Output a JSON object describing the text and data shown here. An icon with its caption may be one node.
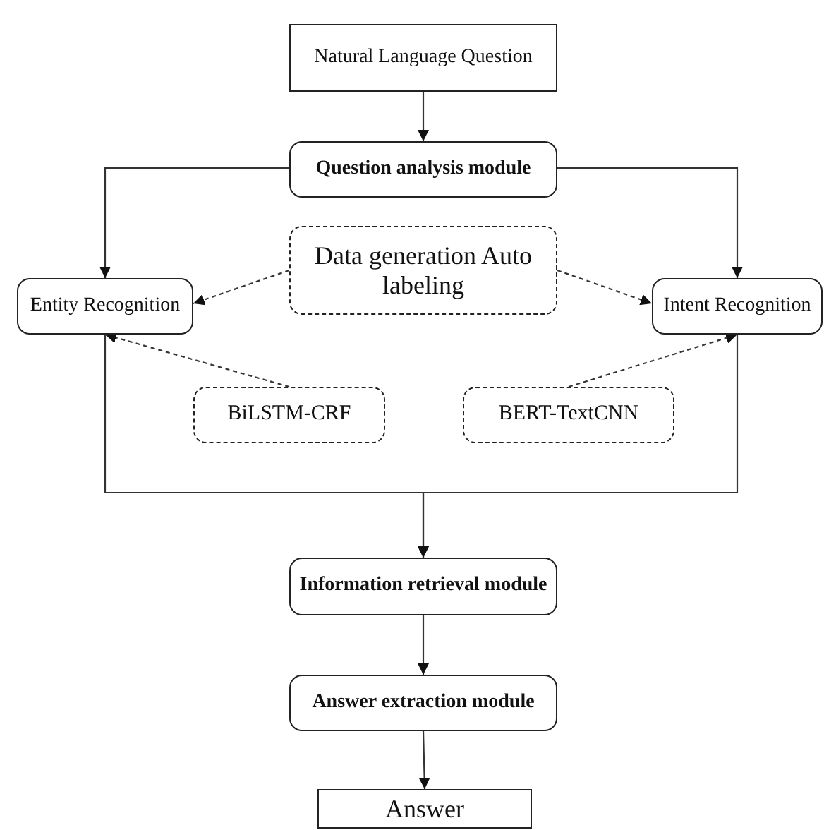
{
  "diagram": {
    "nodes": [
      {
        "text": [
          "Natural Language Question"
        ]
      },
      {
        "text": [
          "Question analysis module"
        ]
      },
      {
        "text": [
          "Data generation Auto labeling"
        ]
      },
      {
        "text": [
          "Entity Recognition"
        ]
      },
      {
        "text": [
          "Intent Recognition"
        ]
      },
      {
        "text": [
          "BiLSTM-CRF"
        ]
      },
      {
        "text": [
          "BERT-TextCNN"
        ]
      },
      {
        "text": [
          "Information retrieval module"
        ]
      },
      {
        "text": [
          "Answer extraction module"
        ]
      },
      {
        "text": [
          "Answer"
        ]
      }
    ],
    "edges": [
      {
        "from": 0,
        "to": 1,
        "arrow": "to"
      },
      {
        "from": 1,
        "to": 3,
        "arrow": "to"
      },
      {
        "from": 1,
        "to": 4,
        "arrow": "to"
      },
      {
        "from": 2,
        "to": 3,
        "arrow": "to",
        "style": "dashed"
      },
      {
        "from": 2,
        "to": 4,
        "arrow": "to",
        "style": "dashed"
      },
      {
        "from": 5,
        "to": 3,
        "arrow": "to",
        "style": "dashed"
      },
      {
        "from": 6,
        "to": 4,
        "arrow": "to",
        "style": "dashed"
      },
      {
        "from": 3,
        "to": 7,
        "arrow": "to"
      },
      {
        "from": 4,
        "to": 7,
        "arrow": "to"
      },
      {
        "from": 7,
        "to": 8,
        "arrow": "to"
      },
      {
        "from": 8,
        "to": 9,
        "arrow": "to"
      }
    ]
  }
}
